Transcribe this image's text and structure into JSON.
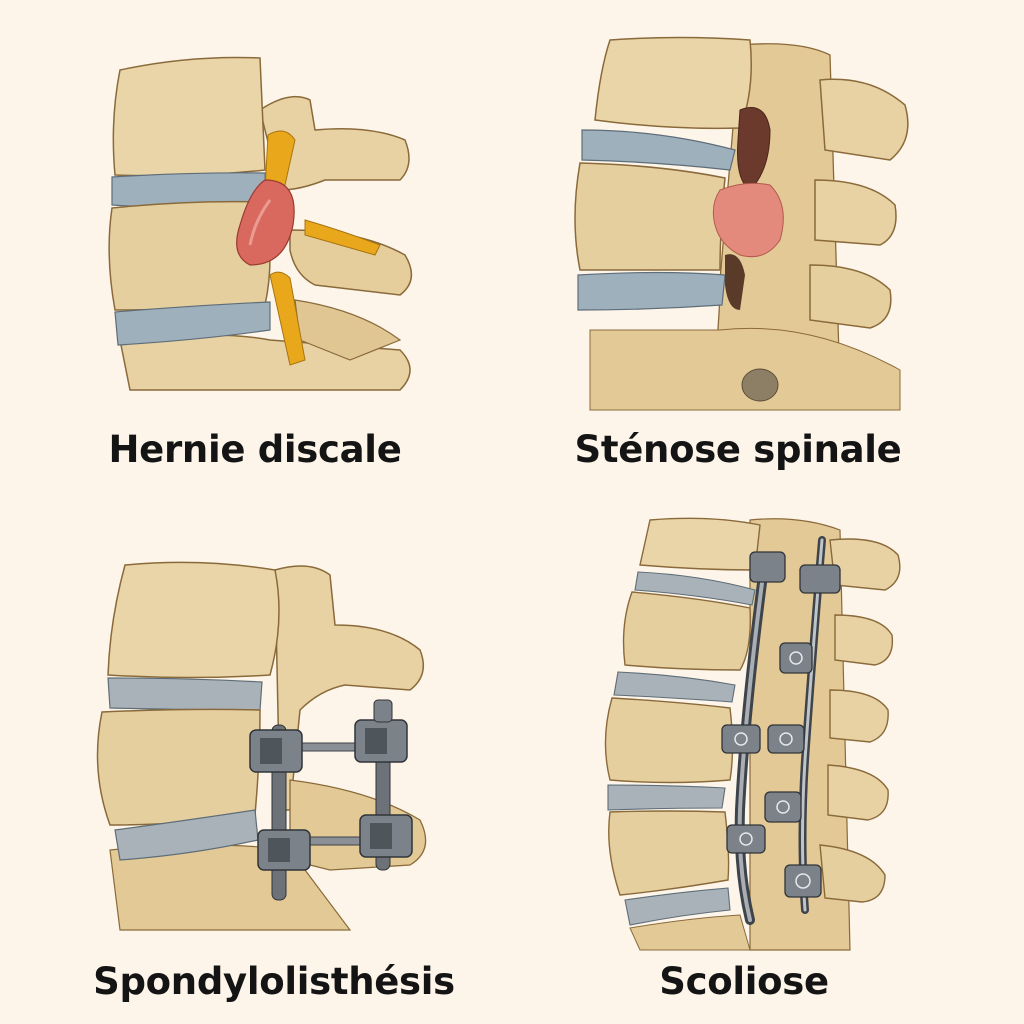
{
  "background_color": "#fdf5ea",
  "colors": {
    "bone": "#e8d2a4",
    "bone_shadow": "#c9a86a",
    "bone_outline": "#8a6a3a",
    "disc": "#9fb0bd",
    "disc_dark": "#7d8e9a",
    "nerve": "#e9a81c",
    "herniation": "#d9695e",
    "stenosis": "#e48a7d",
    "metal": "#7c8289",
    "metal_dark": "#3e444a",
    "caption_text": "#141414"
  },
  "panels": [
    {
      "id": "hernie-discale",
      "caption": "Hernie discale",
      "illustration": "lateral view of two lumbar vertebrae with a red herniated disc pressing on a yellow spinal nerve root",
      "features": [
        "vertebral-body",
        "intervertebral-disc",
        "spinous-process",
        "nerve-root",
        "disc-herniation"
      ]
    },
    {
      "id": "stenose-spinale",
      "caption": "Sténose spinale",
      "illustration": "lateral view of lumbar vertebrae with a narrowed foramen and red inflamed tissue compressing the canal",
      "features": [
        "vertebral-body",
        "intervertebral-disc",
        "spinous-process",
        "narrowed-foramen",
        "inflamed-tissue"
      ]
    },
    {
      "id": "spondylolisthesis",
      "caption": "Spondylolisthésis",
      "illustration": "lateral view of slipped lumbar vertebrae stabilized with pedicle screws and connecting rods",
      "features": [
        "vertebral-body",
        "intervertebral-disc",
        "spinous-process",
        "pedicle-screws",
        "connecting-rods"
      ]
    },
    {
      "id": "scoliose",
      "caption": "Scoliose",
      "illustration": "lateral view of a spinal segment fixed with two long metal rods and multiple screw clamps",
      "features": [
        "vertebral-body",
        "intervertebral-disc",
        "spinous-process",
        "fixation-rods",
        "screw-clamps"
      ]
    }
  ]
}
